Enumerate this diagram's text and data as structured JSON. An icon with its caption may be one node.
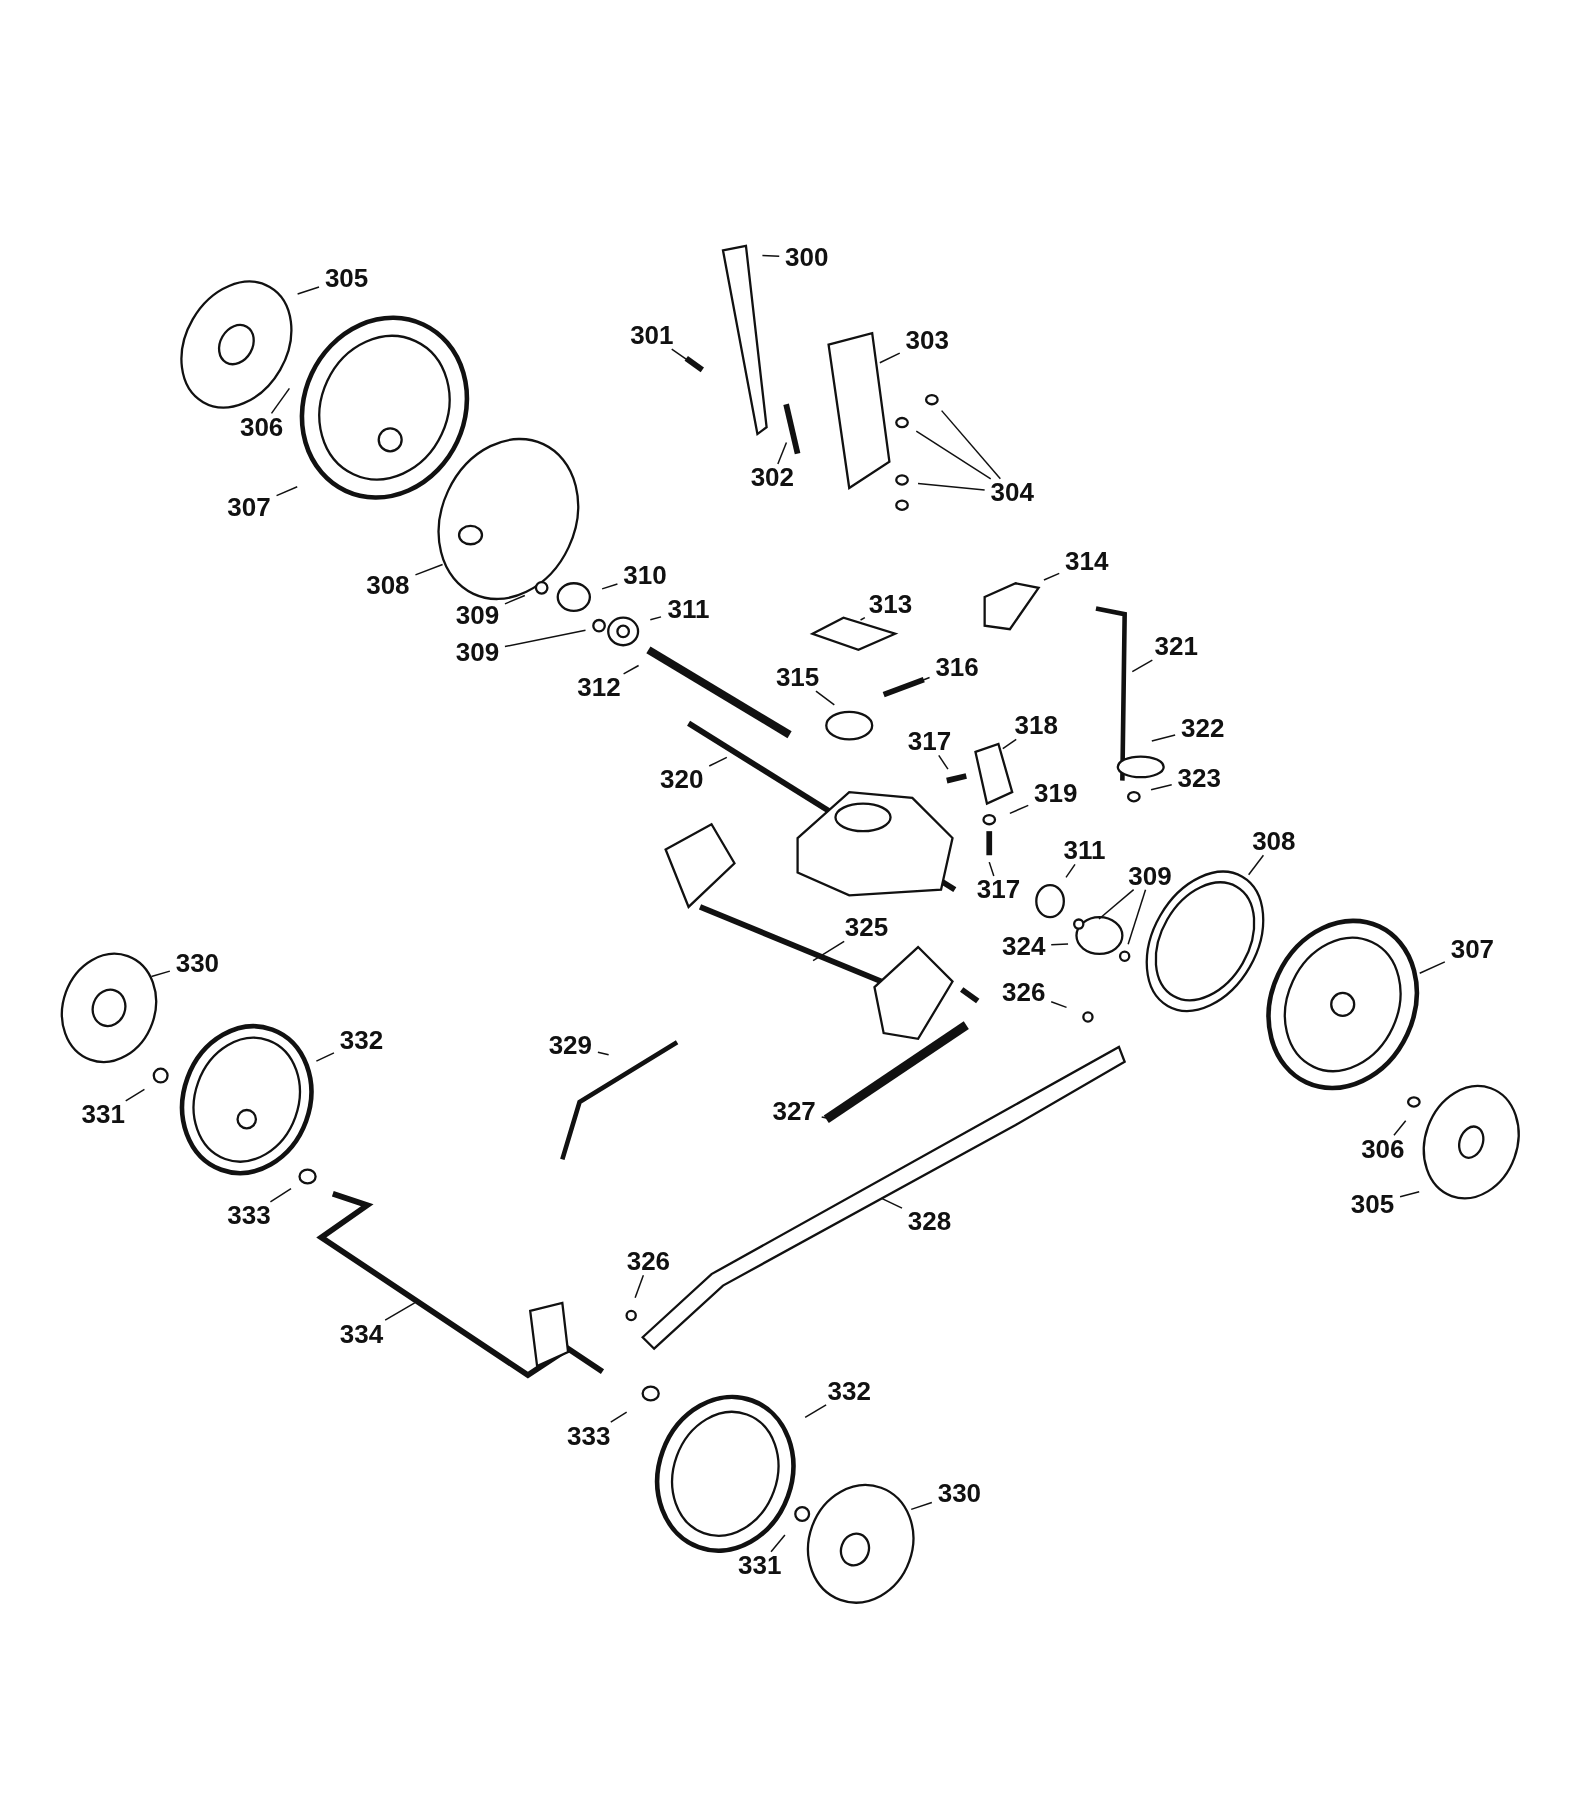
{
  "diagram": {
    "nodes": [
      {
        "text": [
          "300"
        ]
      },
      {
        "text": [
          "301"
        ]
      },
      {
        "text": [
          "303"
        ]
      },
      {
        "text": [
          "302"
        ]
      },
      {
        "text": [
          "304"
        ]
      },
      {
        "text": [
          "305"
        ]
      },
      {
        "text": [
          "306"
        ]
      },
      {
        "text": [
          "307"
        ]
      },
      {
        "text": [
          "308"
        ]
      },
      {
        "text": [
          "310"
        ]
      },
      {
        "text": [
          "309"
        ]
      },
      {
        "text": [
          "311"
        ]
      },
      {
        "text": [
          "309"
        ]
      },
      {
        "text": [
          "312"
        ]
      },
      {
        "text": [
          "313"
        ]
      },
      {
        "text": [
          "314"
        ]
      },
      {
        "text": [
          "315"
        ]
      },
      {
        "text": [
          "316"
        ]
      },
      {
        "text": [
          "321"
        ]
      },
      {
        "text": [
          "317"
        ]
      },
      {
        "text": [
          "318"
        ]
      },
      {
        "text": [
          "322"
        ]
      },
      {
        "text": [
          "320"
        ]
      },
      {
        "text": [
          "323"
        ]
      },
      {
        "text": [
          "319"
        ]
      },
      {
        "text": [
          "308"
        ]
      },
      {
        "text": [
          "311"
        ]
      },
      {
        "text": [
          "309"
        ]
      },
      {
        "text": [
          "317"
        ]
      },
      {
        "text": [
          "325"
        ]
      },
      {
        "text": [
          "324"
        ]
      },
      {
        "text": [
          "307"
        ]
      },
      {
        "text": [
          "330"
        ]
      },
      {
        "text": [
          "326"
        ]
      },
      {
        "text": [
          "332"
        ]
      },
      {
        "text": [
          "329"
        ]
      },
      {
        "text": [
          "331"
        ]
      },
      {
        "text": [
          "327"
        ]
      },
      {
        "text": [
          "306"
        ]
      },
      {
        "text": [
          "305"
        ]
      },
      {
        "text": [
          "333"
        ]
      },
      {
        "text": [
          "328"
        ]
      },
      {
        "text": [
          "326"
        ]
      },
      {
        "text": [
          "334"
        ]
      },
      {
        "text": [
          "332"
        ]
      },
      {
        "text": [
          "333"
        ]
      },
      {
        "text": [
          "330"
        ]
      },
      {
        "text": [
          "331"
        ]
      }
    ],
    "edges": [
      {
        "from": 0,
        "to": null,
        "arrow": "none"
      },
      {
        "from": 1,
        "to": null,
        "arrow": "none"
      },
      {
        "from": 2,
        "to": null,
        "arrow": "none"
      },
      {
        "from": 3,
        "to": null,
        "arrow": "none"
      },
      {
        "from": 4,
        "to": null,
        "arrow": "none"
      },
      {
        "from": 4,
        "to": null,
        "arrow": "none"
      },
      {
        "from": 4,
        "to": null,
        "arrow": "none"
      },
      {
        "from": 5,
        "to": null,
        "arrow": "none"
      },
      {
        "from": 6,
        "to": null,
        "arrow": "none"
      },
      {
        "from": 7,
        "to": null,
        "arrow": "none"
      },
      {
        "from": 8,
        "to": null,
        "arrow": "none"
      },
      {
        "from": 9,
        "to": null,
        "arrow": "none"
      },
      {
        "from": 10,
        "to": null,
        "arrow": "none"
      },
      {
        "from": 11,
        "to": null,
        "arrow": "none"
      },
      {
        "from": 12,
        "to": null,
        "arrow": "none"
      },
      {
        "from": 13,
        "to": null,
        "arrow": "none"
      },
      {
        "from": 14,
        "to": null,
        "arrow": "none"
      },
      {
        "from": 15,
        "to": null,
        "arrow": "none"
      },
      {
        "from": 16,
        "to": null,
        "arrow": "none"
      },
      {
        "from": 17,
        "to": null,
        "arrow": "none"
      },
      {
        "from": 18,
        "to": null,
        "arrow": "none"
      },
      {
        "from": 19,
        "to": null,
        "arrow": "none"
      },
      {
        "from": 20,
        "to": null,
        "arrow": "none"
      },
      {
        "from": 21,
        "to": null,
        "arrow": "none"
      },
      {
        "from": 22,
        "to": null,
        "arrow": "none"
      },
      {
        "from": 23,
        "to": null,
        "arrow": "none"
      },
      {
        "from": 24,
        "to": null,
        "arrow": "none"
      },
      {
        "from": 25,
        "to": null,
        "arrow": "none"
      },
      {
        "from": 26,
        "to": null,
        "arrow": "none"
      },
      {
        "from": 27,
        "to": null,
        "arrow": "none"
      },
      {
        "from": 27,
        "to": null,
        "arrow": "none"
      },
      {
        "from": 28,
        "to": null,
        "arrow": "none"
      },
      {
        "from": 29,
        "to": null,
        "arrow": "none"
      },
      {
        "from": 30,
        "to": null,
        "arrow": "none"
      },
      {
        "from": 31,
        "to": null,
        "arrow": "none"
      },
      {
        "from": 32,
        "to": null,
        "arrow": "none"
      },
      {
        "from": 33,
        "to": null,
        "arrow": "none"
      },
      {
        "from": 34,
        "to": null,
        "arrow": "none"
      },
      {
        "from": 35,
        "to": null,
        "arrow": "none"
      },
      {
        "from": 36,
        "to": null,
        "arrow": "none"
      },
      {
        "from": 37,
        "to": null,
        "arrow": "none"
      },
      {
        "from": 38,
        "to": null,
        "arrow": "none"
      },
      {
        "from": 39,
        "to": null,
        "arrow": "none"
      },
      {
        "from": 40,
        "to": null,
        "arrow": "none"
      },
      {
        "from": 41,
        "to": null,
        "arrow": "none"
      },
      {
        "from": 42,
        "to": null,
        "arrow": "none"
      },
      {
        "from": 43,
        "to": null,
        "arrow": "none"
      },
      {
        "from": 44,
        "to": null,
        "arrow": "none"
      },
      {
        "from": 45,
        "to": null,
        "arrow": "none"
      },
      {
        "from": 46,
        "to": null,
        "arrow": "none"
      },
      {
        "from": 47,
        "to": null,
        "arrow": "none"
      }
    ]
  }
}
